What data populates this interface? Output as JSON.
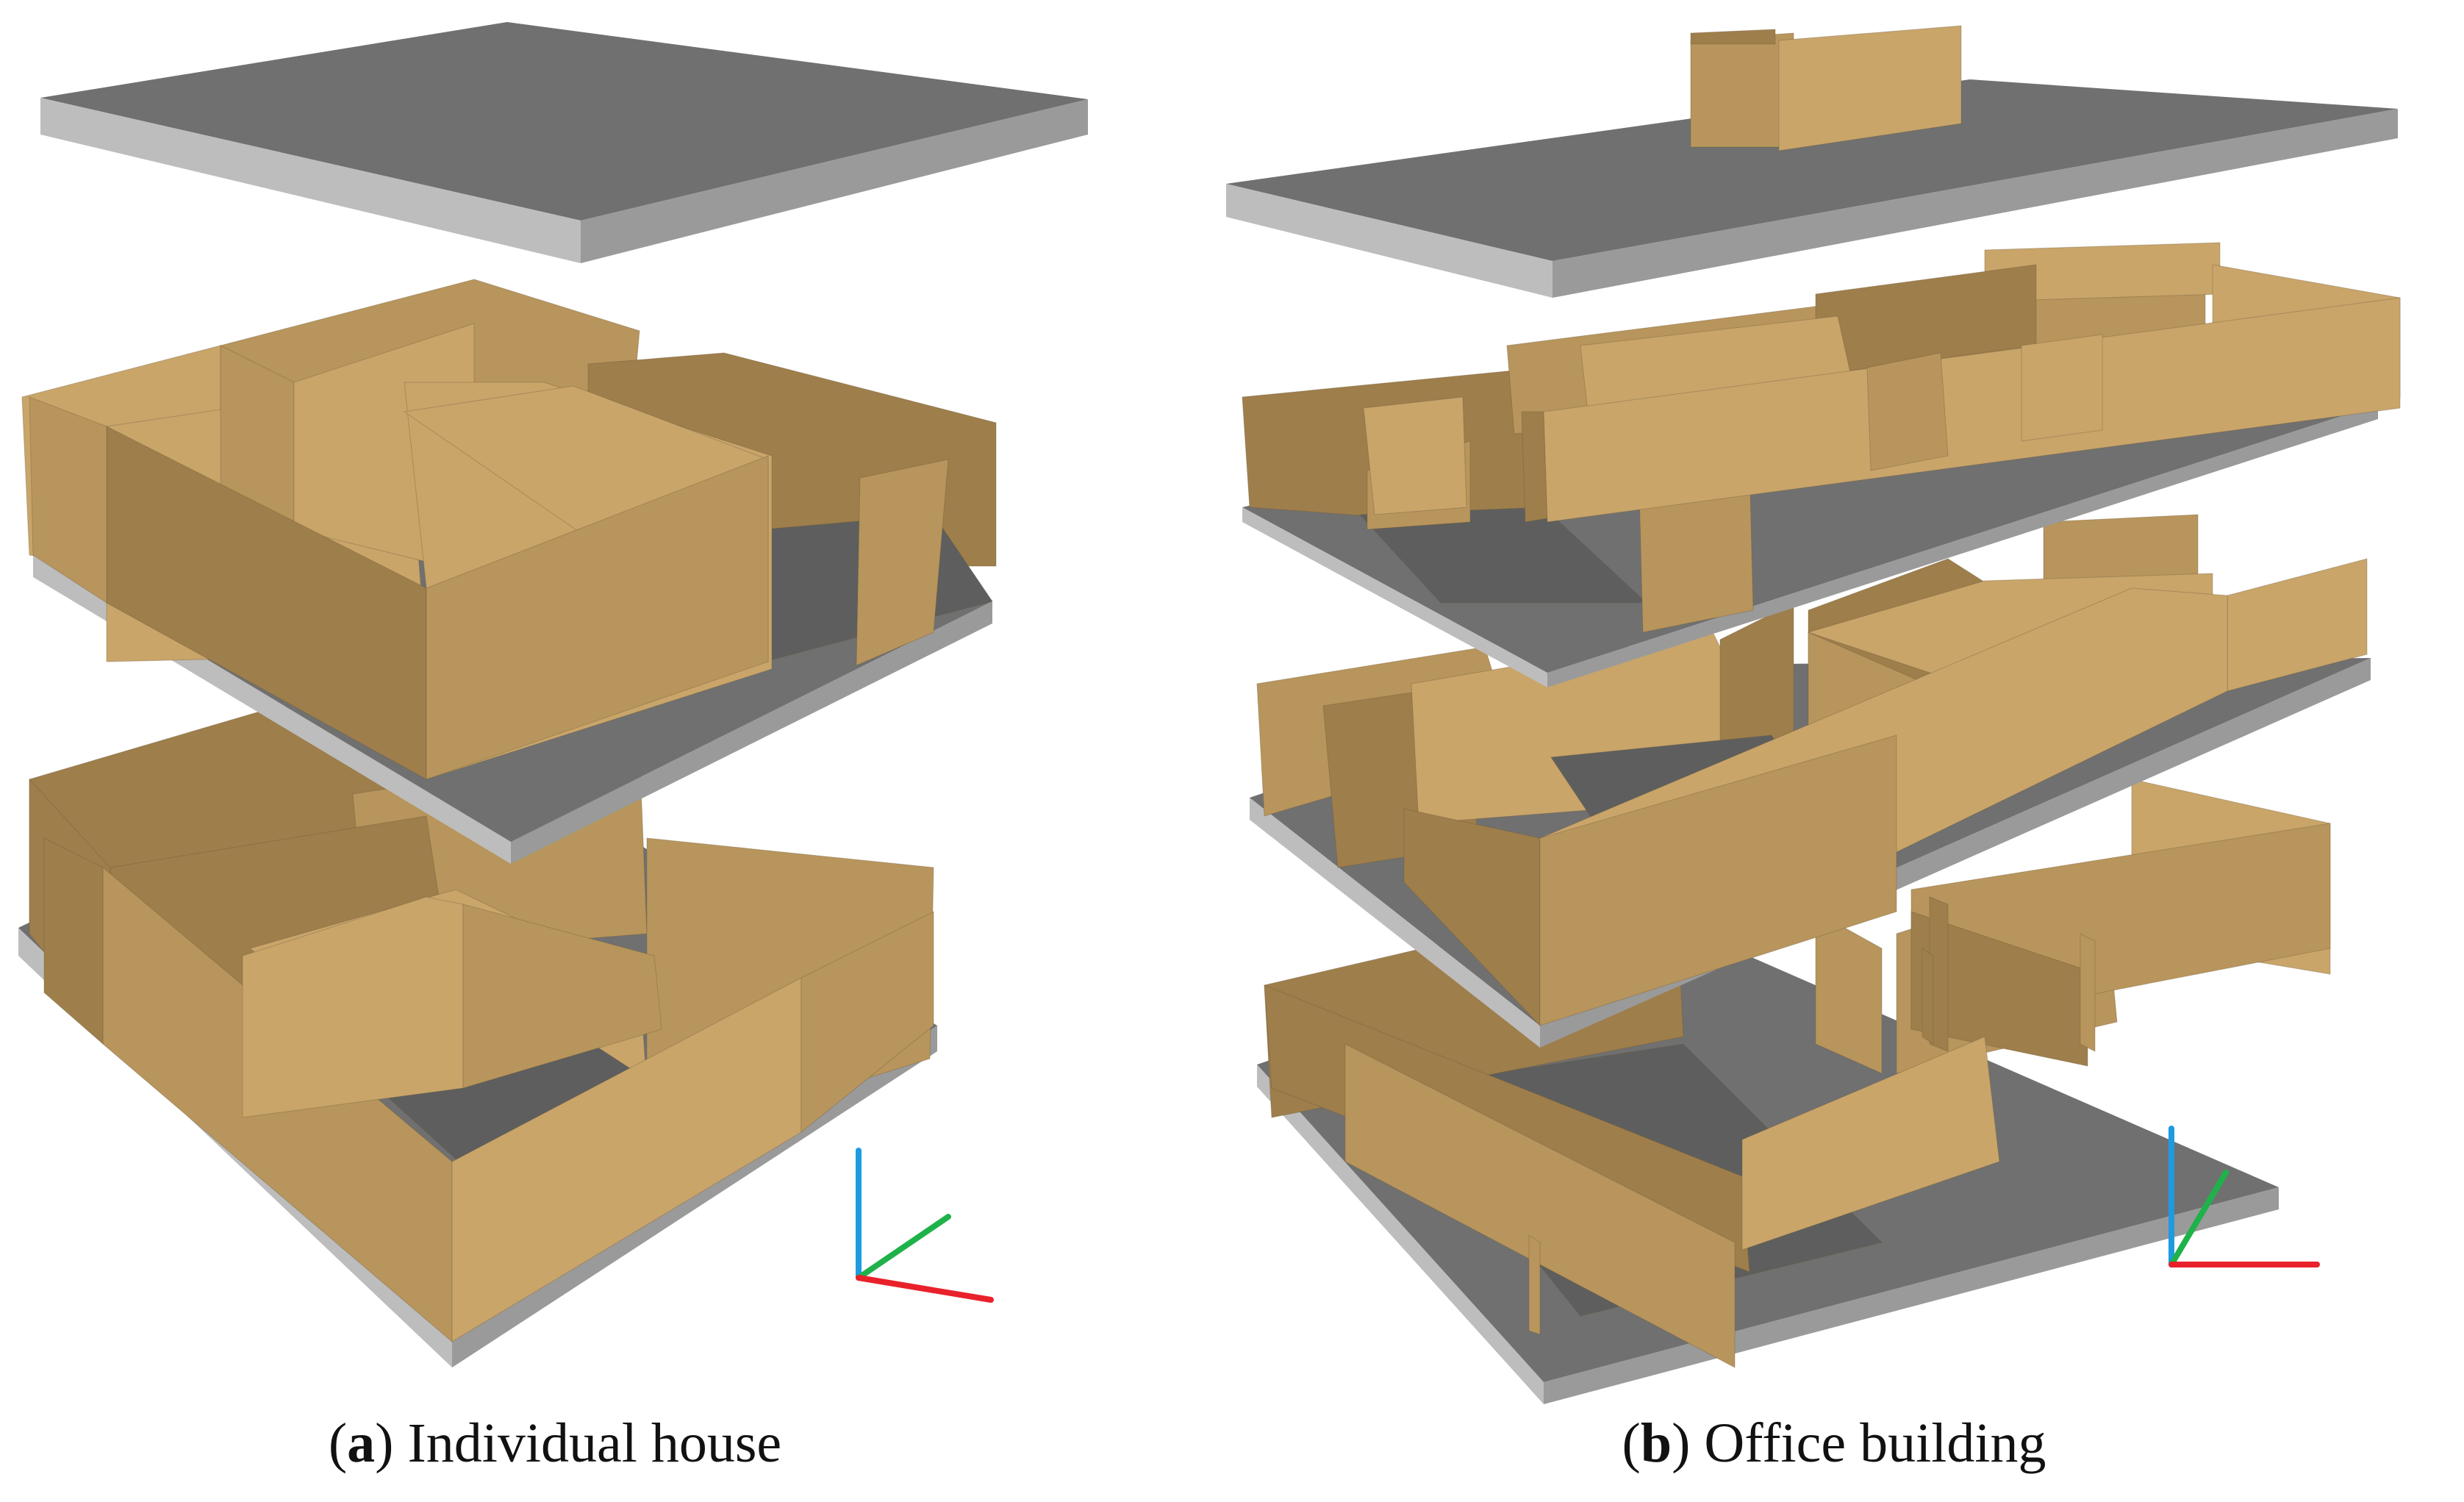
{
  "colors": {
    "wall_light": "#C9A56A",
    "wall_mid": "#B8955C",
    "wall_dark": "#9E7E4B",
    "slab_top": "#707070",
    "slab_front": "#BDBDBD",
    "slab_side": "#9A9A9A",
    "floor_shadow": "#5E5E5E",
    "axis_x": "#E8212B",
    "axis_y": "#1FB24A",
    "axis_z": "#1E9BE0"
  },
  "subfigures": [
    {
      "label": "a",
      "title": "Individual house",
      "axes_icon": "xyz-axes-icon"
    },
    {
      "label": "b",
      "title": "Office building",
      "axes_icon": "xyz-axes-icon"
    }
  ]
}
